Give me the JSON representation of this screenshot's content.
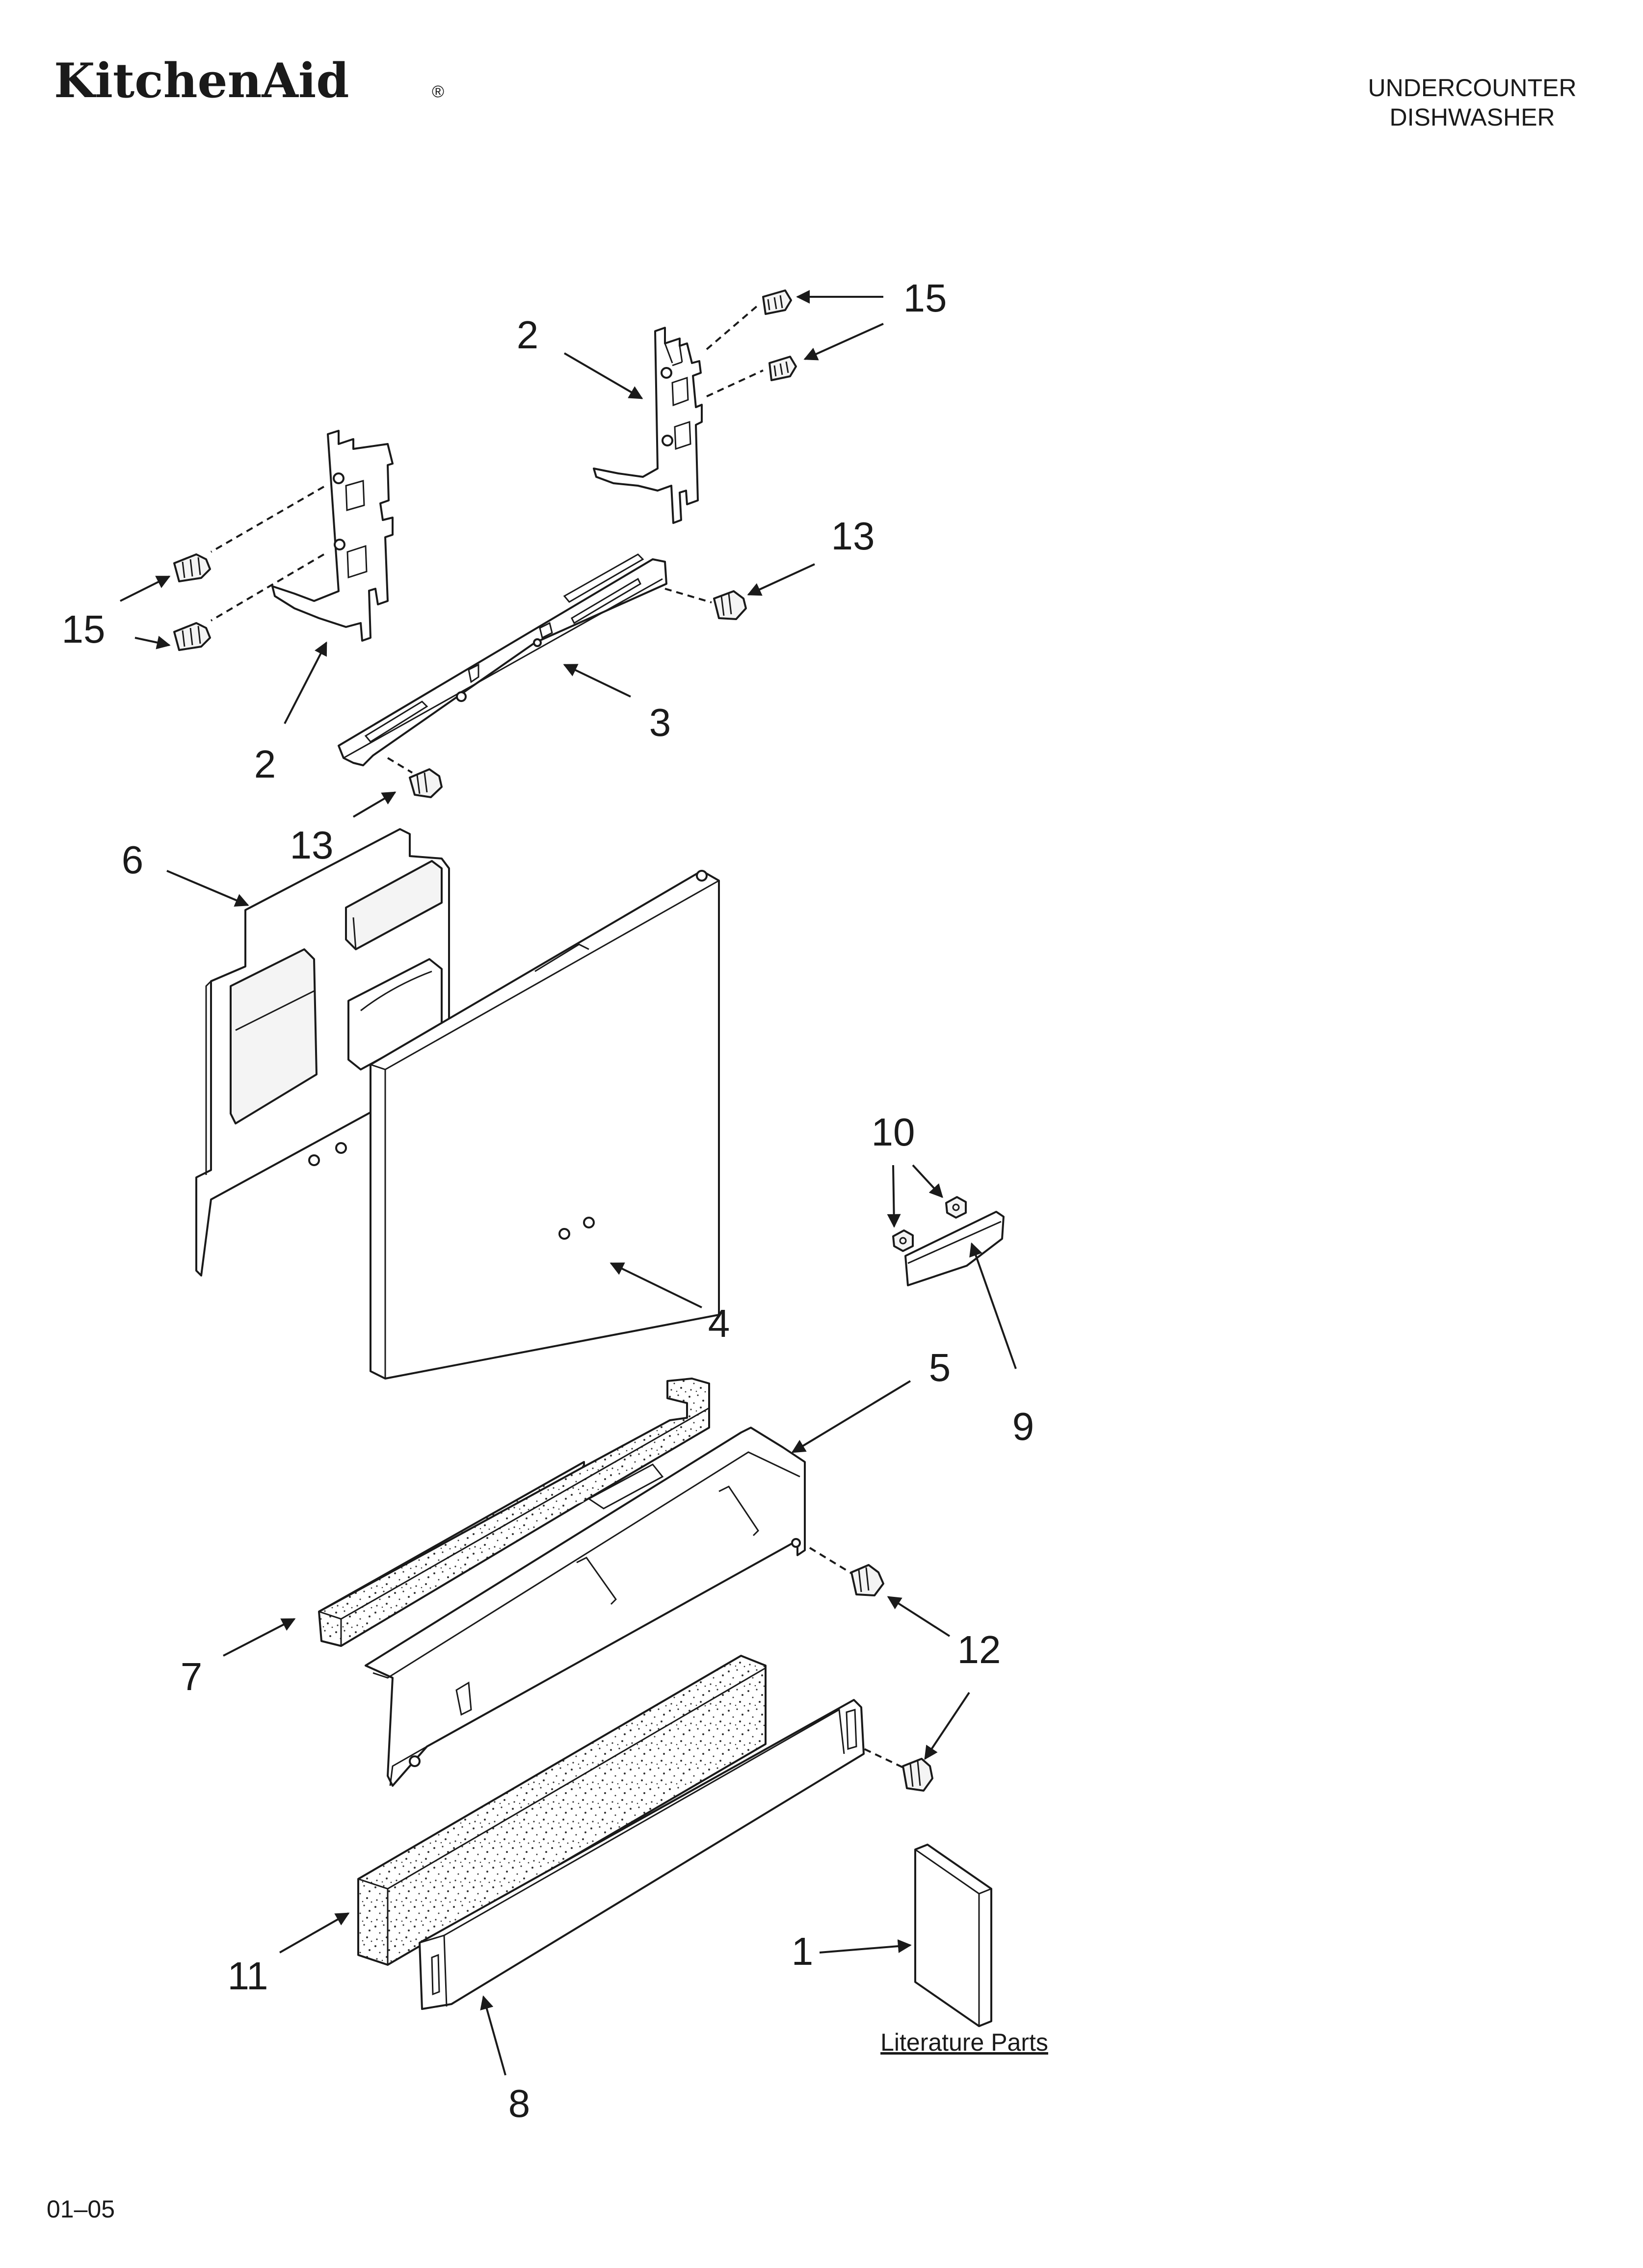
{
  "header": {
    "brand": "KitchenAid",
    "registered_mark": "®",
    "title_line1": "UNDERCOUNTER",
    "title_line2": "DISHWASHER"
  },
  "callouts": {
    "c2_top": "2",
    "c15_top": "15",
    "c13_right": "13",
    "c15_left": "15",
    "c2_left": "2",
    "c3": "3",
    "c13_lower": "13",
    "c6": "6",
    "c10": "10",
    "c4": "4",
    "c5": "5",
    "c9": "9",
    "c7": "7",
    "c12_upper": "12",
    "c11": "11",
    "c1": "1",
    "c8": "8"
  },
  "literature_label": "Literature Parts",
  "footer": {
    "code": "01–05"
  }
}
